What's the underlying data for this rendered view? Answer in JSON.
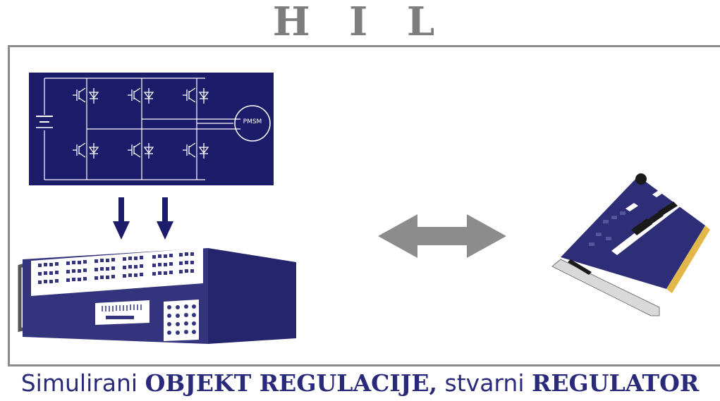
{
  "title": "H I L",
  "circuit": {
    "motor_label": "PMSM"
  },
  "caption": {
    "part1": "Simulirani ",
    "part2": "OBJEKT REGULACIJE,",
    "part3": " stvarni ",
    "part4": "REGULATOR"
  },
  "colors": {
    "navy": "#1c1c6a",
    "device_blue": "#34347e",
    "arrow_gray": "#8c8c8c",
    "frame_gray": "#8a8a8a",
    "title_gray": "#7d7d7d",
    "card_gold": "#e2b84a"
  }
}
